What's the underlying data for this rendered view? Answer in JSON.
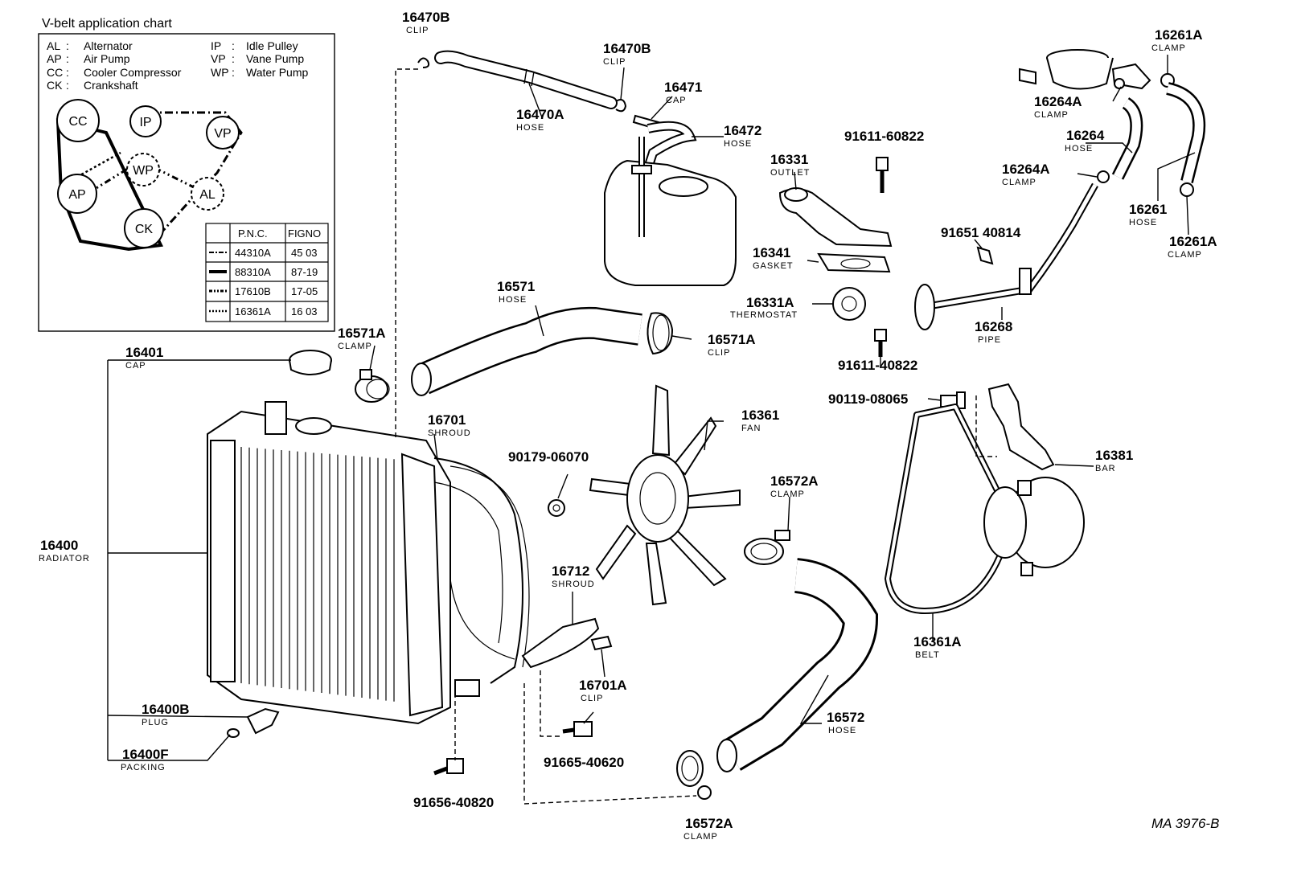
{
  "legend": {
    "title": "V-belt application chart",
    "entries": [
      {
        "code": "AL",
        "name": "Alternator"
      },
      {
        "code": "AP",
        "name": "Air Pump"
      },
      {
        "code": "CC",
        "name": "Cooler Compressor"
      },
      {
        "code": "CK",
        "name": "Crankshaft"
      },
      {
        "code": "IP",
        "name": "Idle Pulley"
      },
      {
        "code": "VP",
        "name": "Vane Pump"
      },
      {
        "code": "WP",
        "name": "Water Pump"
      }
    ],
    "pulleys": [
      "CC",
      "IP",
      "VP",
      "WP",
      "AP",
      "AL",
      "CK"
    ],
    "table": {
      "headers": [
        "P.N.C.",
        "FIGNO"
      ],
      "rows": [
        {
          "pnc": "44310A",
          "fig": "45 03"
        },
        {
          "pnc": "88310A",
          "fig": "87-19"
        },
        {
          "pnc": "17610B",
          "fig": "17-05"
        },
        {
          "pnc": "16361A",
          "fig": "16 03"
        }
      ]
    }
  },
  "parts": {
    "p16470B_a": {
      "number": "16470B",
      "name": "CLIP"
    },
    "p16470B_b": {
      "number": "16470B",
      "name": "CLIP"
    },
    "p16471": {
      "number": "16471",
      "name": "CAP"
    },
    "p16470A": {
      "number": "16470A",
      "name": "HOSE"
    },
    "p16472": {
      "number": "16472",
      "name": "HOSE"
    },
    "p91611_60822": {
      "number": "91611-60822"
    },
    "p16331": {
      "number": "16331",
      "name": "OUTLET"
    },
    "p16341": {
      "number": "16341",
      "name": "GASKET"
    },
    "p16331A": {
      "number": "16331A",
      "name": "THERMOSTAT"
    },
    "p91611_40822": {
      "number": "91611-40822"
    },
    "p16261A_top": {
      "number": "16261A",
      "name": "CLAMP"
    },
    "p16264A_top": {
      "number": "16264A",
      "name": "CLAMP"
    },
    "p16264": {
      "number": "16264",
      "name": "HOSE"
    },
    "p16264A_bot": {
      "number": "16264A",
      "name": "CLAMP"
    },
    "p16261": {
      "number": "16261",
      "name": "HOSE"
    },
    "p16261A_bot": {
      "number": "16261A",
      "name": "CLAMP"
    },
    "p91651_40814": {
      "number": "91651 40814"
    },
    "p16268": {
      "number": "16268",
      "name": "PIPE"
    },
    "p16571": {
      "number": "16571",
      "name": "HOSE"
    },
    "p16571A_clamp": {
      "number": "16571A",
      "name": "CLAMP"
    },
    "p16571A_clip": {
      "number": "16571A",
      "name": "CLIP"
    },
    "p16401": {
      "number": "16401",
      "name": "CAP"
    },
    "p16400": {
      "number": "16400",
      "name": "RADIATOR"
    },
    "p16400B": {
      "number": "16400B",
      "name": "PLUG"
    },
    "p16400F": {
      "number": "16400F",
      "name": "PACKING"
    },
    "p16701": {
      "number": "16701",
      "name": "SHROUD"
    },
    "p90179": {
      "number": "90179-06070"
    },
    "p16361": {
      "number": "16361",
      "name": "FAN"
    },
    "p16712": {
      "number": "16712",
      "name": "SHROUD"
    },
    "p16701A": {
      "number": "16701A",
      "name": "CLIP"
    },
    "p91665": {
      "number": "91665-40620"
    },
    "p91656": {
      "number": "91656-40820"
    },
    "p16572A_top": {
      "number": "16572A",
      "name": "CLAMP"
    },
    "p16572": {
      "number": "16572",
      "name": "HOSE"
    },
    "p16572A_bot": {
      "number": "16572A",
      "name": "CLAMP"
    },
    "p90119": {
      "number": "90119-08065"
    },
    "p16381": {
      "number": "16381",
      "name": "BAR"
    },
    "p16361A": {
      "number": "16361A",
      "name": "BELT"
    }
  },
  "drawing_id": "MA 3976-B"
}
